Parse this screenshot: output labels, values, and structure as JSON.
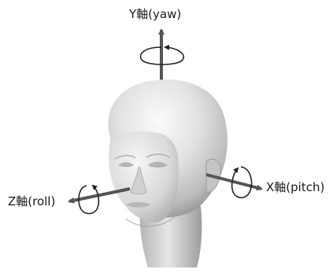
{
  "axes": {
    "y": {
      "label": "Y軸(yaw)"
    },
    "x": {
      "label": "X軸(pitch)"
    },
    "z": {
      "label": "Z軸(roll)"
    }
  },
  "colors": {
    "axis_arrow": "#555555",
    "rotation_arrow": "#222222",
    "head_light": "#f2f2f2",
    "head_mid": "#cfcfcf",
    "head_shadow": "#8e8e8e"
  },
  "icons": {
    "head": "head-3d-model-icon",
    "rotation": "circular-rotation-arrow-icon"
  }
}
